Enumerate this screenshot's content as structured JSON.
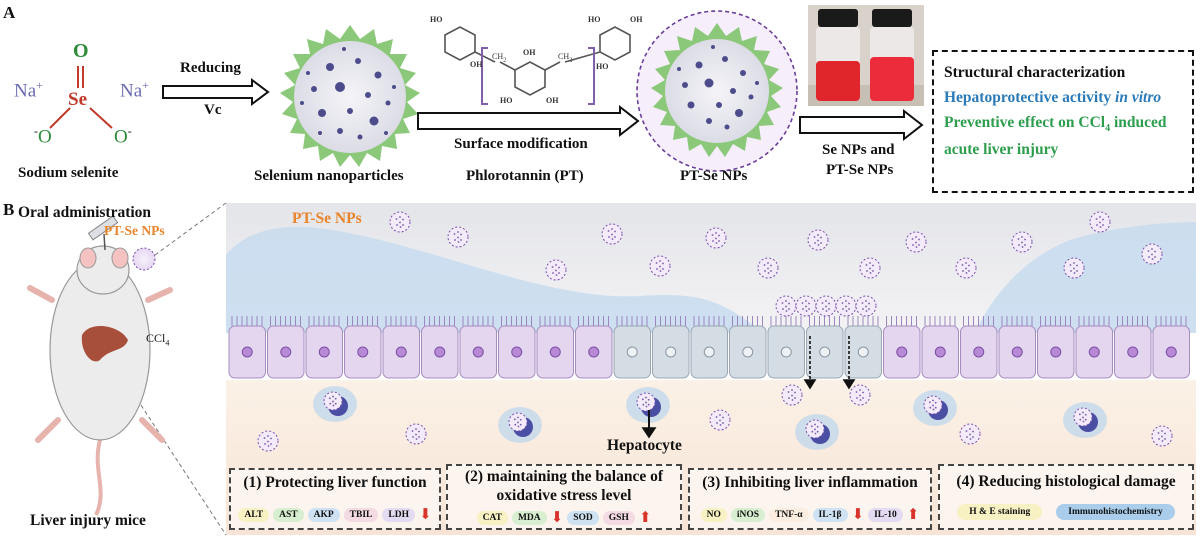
{
  "panel_a": {
    "letter": "A",
    "chem": {
      "na_left": "Na",
      "na_right": "Na",
      "plus": "+",
      "o_top": "O",
      "se": "Se",
      "o_left": "O",
      "o_right": "O",
      "minus": "-",
      "name": "Sodium selenite"
    },
    "reducing_label": "Reducing",
    "vc_label": "Vc",
    "se_np_label": "Selenium nanoparticles",
    "pt_chem": {
      "ho": "HO",
      "oh": "OH",
      "ch2": "CH",
      "sub2": "2"
    },
    "surface_label": "Surface modification",
    "pt_label": "Phlorotannin (PT)",
    "ptse_label": "PT-Se NPs",
    "photo_caption_1": "Se NPs and",
    "photo_caption_2": "PT-Se NPs",
    "summary": {
      "line1": "Structural characterization",
      "line2_prefix": "Hepatoprotective activity ",
      "line2_italic": "in vitro",
      "line3_prefix": "Preventive effect on CCl",
      "line3_sub": "4",
      "line3_suffix": " induced",
      "line4": "acute liver injury",
      "colors": {
        "black": "#111111",
        "blue": "#2a7ab8",
        "green": "#2e9e4e"
      }
    }
  },
  "panel_b": {
    "letter": "B",
    "oral_label": "Oral administration",
    "ptse_mouse_label": "PT-Se NPs",
    "ccl4_label": "CCl",
    "ccl4_sub": "4",
    "mouse_caption": "Liver injury mice",
    "ptse_gut_label": "PT-Se NPs",
    "hepatocyte_label": "Hepatocyte",
    "boxes": [
      {
        "title": "(1) Protecting liver function",
        "chips": [
          "ALT",
          "AST",
          "AKP",
          "TBIL",
          "LDH"
        ],
        "arrow": "⬇"
      },
      {
        "title": "(2) maintaining the balance of",
        "title2": "oxidative stress level",
        "chips_a": [
          "CAT",
          "MDA"
        ],
        "arrow_a": "⬇",
        "chips_b": [
          "SOD",
          "GSH"
        ],
        "arrow_b": "⬆"
      },
      {
        "title": "(3) Inhibiting liver inflammation",
        "chips_a": [
          "NO",
          "iNOS",
          "TNF-α",
          "IL-1β"
        ],
        "arrow_a": "⬇",
        "chips_b": [
          "IL-10"
        ],
        "arrow_b": "⬆"
      },
      {
        "title": "(4) Reducing histological damage",
        "chips": [
          "H & E staining",
          "Immunohistochemistry"
        ]
      }
    ],
    "colors": {
      "orange": "#e8842c",
      "cell_purple": "#e4d6ef",
      "cell_gray": "#d5dde4",
      "particle": "#8a5cb8"
    }
  }
}
